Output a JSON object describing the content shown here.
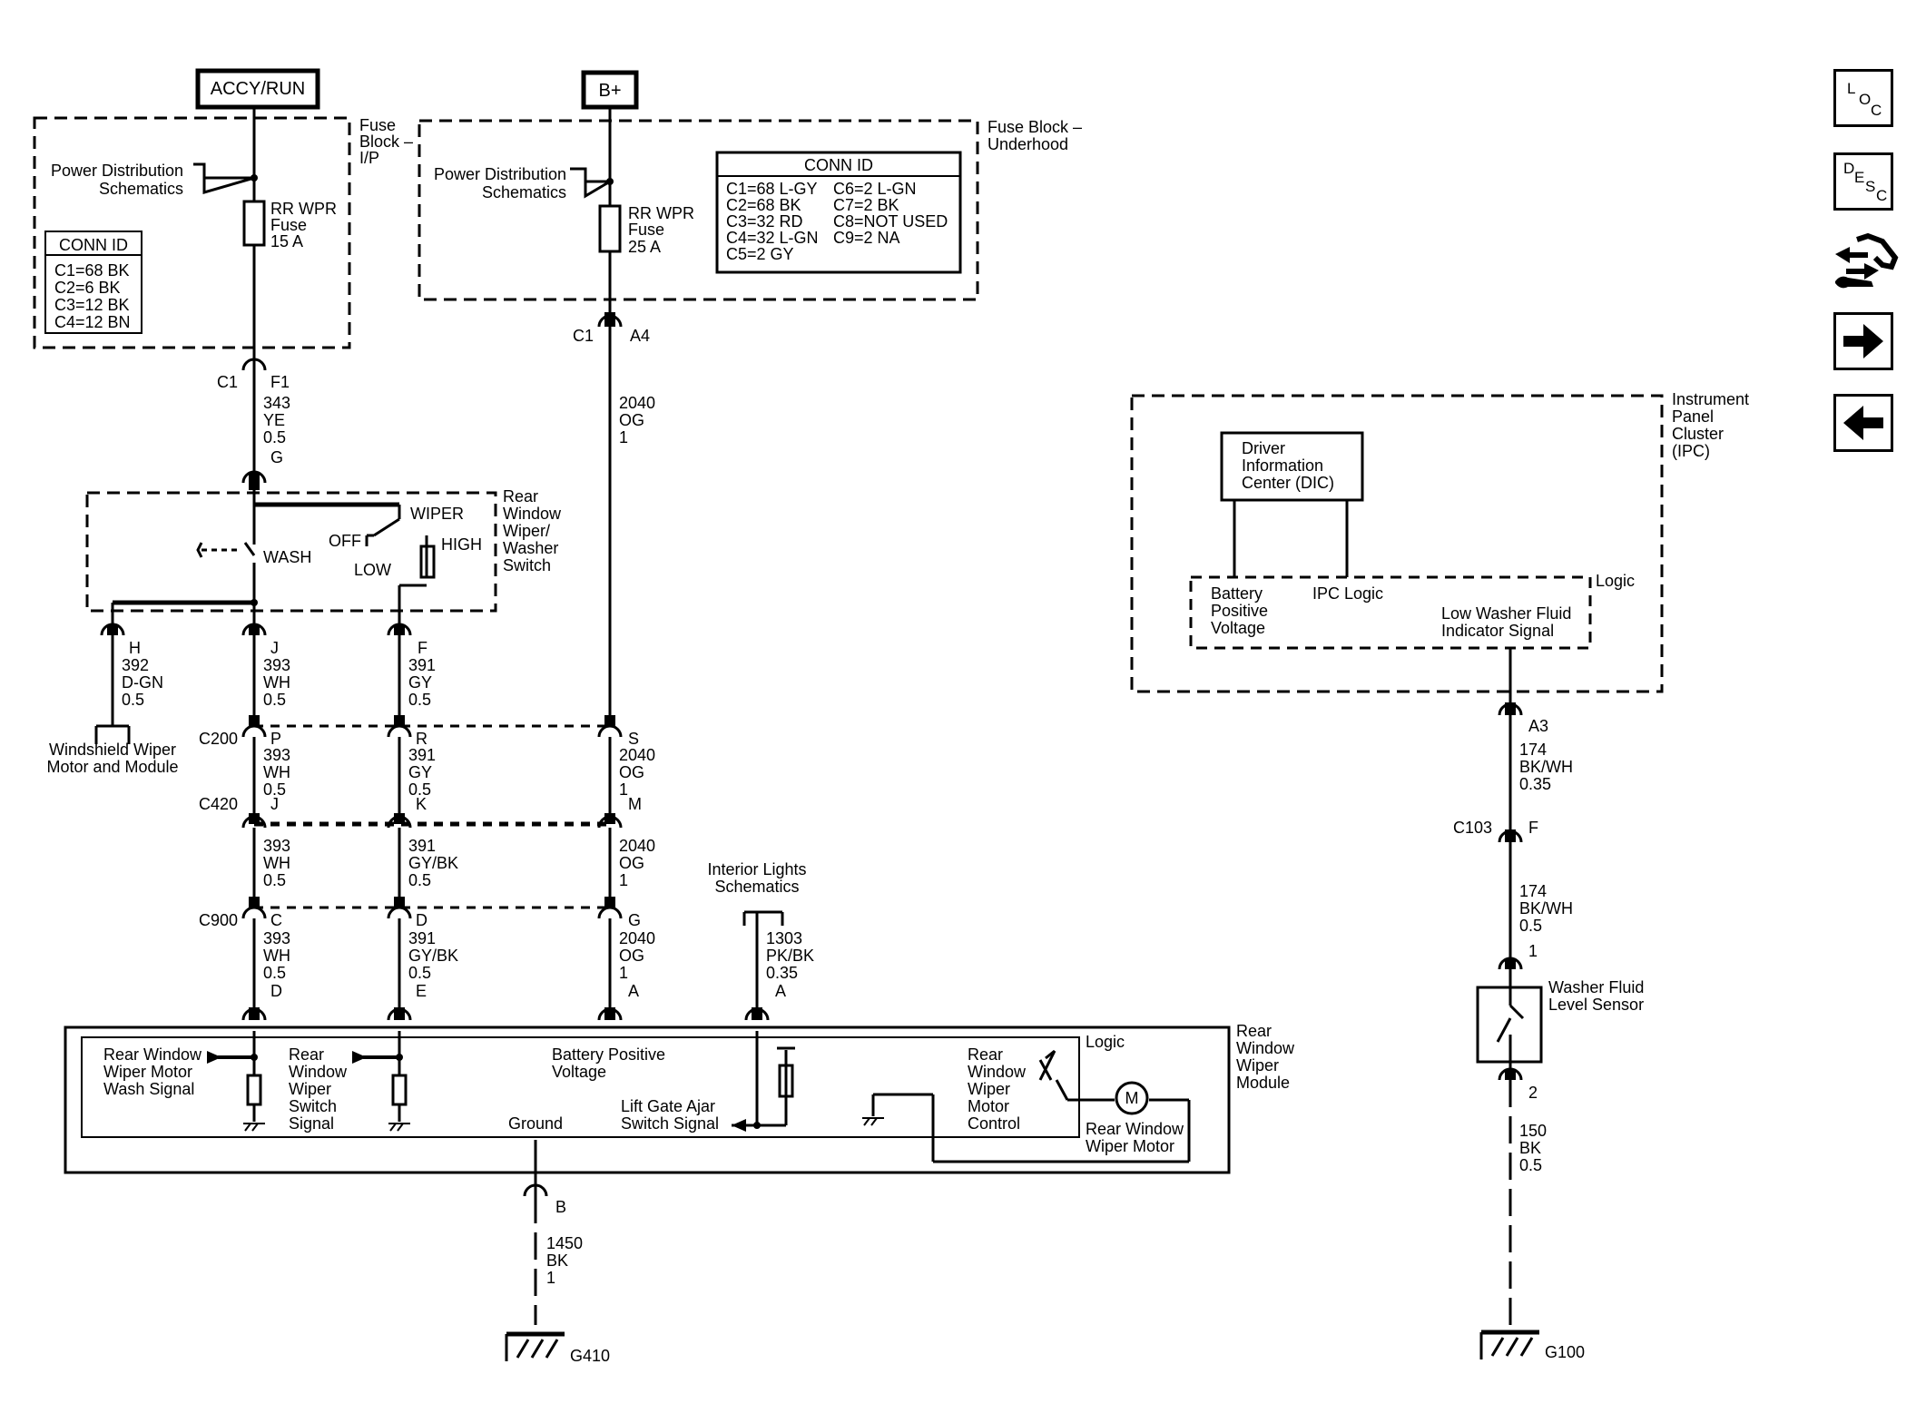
{
  "power": {
    "accy_run": "ACCY/RUN",
    "bplus": "B+"
  },
  "fuse_ip": {
    "name_1": "Fuse",
    "name_2": "Block –",
    "name_3": "I/P",
    "pd_1": "Power Distribution",
    "pd_2": "Schematics",
    "fuse_1": "RR WPR",
    "fuse_2": "Fuse",
    "fuse_3": "15 A",
    "conn_title": "CONN ID",
    "conn": [
      "C1=68 BK",
      "C2=6 BK",
      "C3=12 BK",
      "C4=12 BN"
    ]
  },
  "fuse_uh": {
    "name_1": "Fuse Block –",
    "name_2": "Underhood",
    "pd_1": "Power Distribution",
    "pd_2": "Schematics",
    "fuse_1": "RR WPR",
    "fuse_2": "Fuse",
    "fuse_3": "25 A",
    "conn_title": "CONN ID",
    "conn_left": [
      "C1=68 L-GY",
      "C2=68 BK",
      "C3=32 RD",
      "C4=32 L-GN",
      "C5=2 GY"
    ],
    "conn_right": [
      "C6=2 L-GN",
      "C7=2 BK",
      "C8=NOT USED",
      "C9=2 NA"
    ]
  },
  "wire_343": {
    "conn": "C1",
    "pin": "F1",
    "num": "343",
    "color": "YE",
    "size": "0.5",
    "pin2": "G"
  },
  "wire_2040_top": {
    "conn": "C1",
    "pin": "A4",
    "num": "2040",
    "color": "OG",
    "size": "1"
  },
  "switch": {
    "name_1": "Rear",
    "name_2": "Window",
    "name_3": "Wiper/",
    "name_4": "Washer",
    "name_5": "Switch",
    "wiper": "WIPER",
    "off": "OFF",
    "high": "HIGH",
    "low": "LOW",
    "wash": "WASH"
  },
  "wire_392": {
    "pin": "H",
    "num": "392",
    "color": "D-GN",
    "size": "0.5",
    "dest_1": "Windshield Wiper",
    "dest_2": "Motor and Module"
  },
  "wire_393_a": {
    "pin": "J",
    "num": "393",
    "color": "WH",
    "size": "0.5"
  },
  "wire_391_a": {
    "pin": "F",
    "num": "391",
    "color": "GY",
    "size": "0.5"
  },
  "c200": {
    "name": "C200",
    "p1": "P",
    "p1_num": "393",
    "p1_color": "WH",
    "p1_size": "0.5",
    "p2": "R",
    "p2_num": "391",
    "p2_color": "GY",
    "p2_size": "0.5",
    "p3": "S",
    "p3_num": "2040",
    "p3_color": "OG",
    "p3_size": "1"
  },
  "c420": {
    "name": "C420",
    "p1": "J",
    "p2": "K",
    "p3": "M",
    "w1_num": "393",
    "w1_color": "WH",
    "w1_size": "0.5",
    "w2_num": "391",
    "w2_color": "GY/BK",
    "w2_size": "0.5",
    "w3_num": "2040",
    "w3_color": "OG",
    "w3_size": "1"
  },
  "c900": {
    "name": "C900",
    "p1": "C",
    "p2": "D",
    "p3": "G",
    "w1_num": "393",
    "w1_color": "WH",
    "w1_size": "0.5",
    "w2_num": "391",
    "w2_color": "GY/BK",
    "w2_size": "0.5",
    "w3_num": "2040",
    "w3_color": "OG",
    "w3_size": "1",
    "d1": "D",
    "d2": "E",
    "d3": "A"
  },
  "interior": {
    "label_1": "Interior Lights",
    "label_2": "Schematics",
    "num": "1303",
    "color": "PK/BK",
    "size": "0.35",
    "pin": "A"
  },
  "module": {
    "name_1": "Rear",
    "name_2": "Window",
    "name_3": "Wiper",
    "name_4": "Module",
    "logic": "Logic",
    "wash_1": "Rear Window",
    "wash_2": "Wiper Motor",
    "wash_3": "Wash Signal",
    "sw_1": "Rear",
    "sw_2": "Window",
    "sw_3": "Wiper",
    "sw_4": "Switch",
    "sw_5": "Signal",
    "bpv_1": "Battery Positive",
    "bpv_2": "Voltage",
    "ctl_1": "Rear",
    "ctl_2": "Window",
    "ctl_3": "Wiper",
    "ctl_4": "Motor",
    "ctl_5": "Control",
    "ground": "Ground",
    "lg_1": "Lift Gate Ajar",
    "lg_2": "Switch Signal",
    "motor_1": "Rear Window",
    "motor_2": "Wiper Motor",
    "motor_symbol": "M"
  },
  "ground_left": {
    "pin": "B",
    "num": "1450",
    "color": "BK",
    "size": "1",
    "ground": "G410"
  },
  "ipc": {
    "name_1": "Instrument",
    "name_2": "Panel",
    "name_3": "Cluster",
    "name_4": "(IPC)",
    "dic_1": "Driver",
    "dic_2": "Information",
    "dic_3": "Center (DIC)",
    "logic": "Logic",
    "bpv_1": "Battery",
    "bpv_2": "Positive",
    "bpv_3": "Voltage",
    "ipc_logic": "IPC Logic",
    "lw_1": "Low Washer Fluid",
    "lw_2": "Indicator Signal"
  },
  "wire_174_a": {
    "pin": "A3",
    "num": "174",
    "color": "BK/WH",
    "size": "0.35"
  },
  "c103": {
    "name": "C103",
    "pin": "F"
  },
  "wire_174_b": {
    "num": "174",
    "color": "BK/WH",
    "size": "0.5",
    "pin": "1"
  },
  "sensor": {
    "name_1": "Washer Fluid",
    "name_2": "Level Sensor",
    "pin": "2"
  },
  "wire_150": {
    "num": "150",
    "color": "BK",
    "size": "0.5",
    "ground": "G100"
  },
  "nav": {
    "loc": [
      "L",
      "O",
      "C"
    ],
    "desc": [
      "D",
      "E",
      "S",
      "C"
    ]
  }
}
